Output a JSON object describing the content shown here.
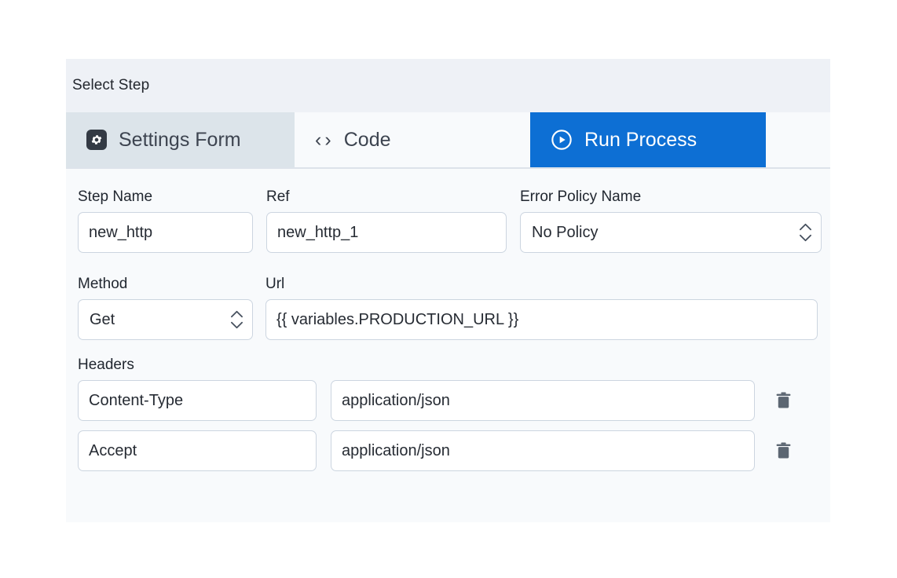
{
  "panel": {
    "header_title": "Select Step",
    "accent_color": "#0d6fd4",
    "header_bg": "#eef1f6",
    "body_bg": "#f8fafc",
    "active_tab_bg": "#dce4ea"
  },
  "tabs": [
    {
      "label": "Settings Form",
      "icon": "gear-icon",
      "state": "selected-soft"
    },
    {
      "label": "Code",
      "icon": "code-brackets-icon",
      "state": "inactive"
    },
    {
      "label": "Run Process",
      "icon": "play-circle-icon",
      "state": "selected-primary"
    }
  ],
  "form": {
    "step_name": {
      "label": "Step Name",
      "value": "new_http"
    },
    "ref": {
      "label": "Ref",
      "value": "new_http_1"
    },
    "error_policy": {
      "label": "Error Policy Name",
      "value": "No Policy"
    },
    "method": {
      "label": "Method",
      "value": "Get"
    },
    "url": {
      "label": "Url",
      "value": "{{ variables.PRODUCTION_URL }}"
    }
  },
  "headers": {
    "label": "Headers",
    "rows": [
      {
        "key": "Content-Type",
        "value": "application/json",
        "delete_icon": "trash-icon"
      },
      {
        "key": "Accept",
        "value": "application/json",
        "delete_icon": "trash-icon"
      }
    ]
  }
}
